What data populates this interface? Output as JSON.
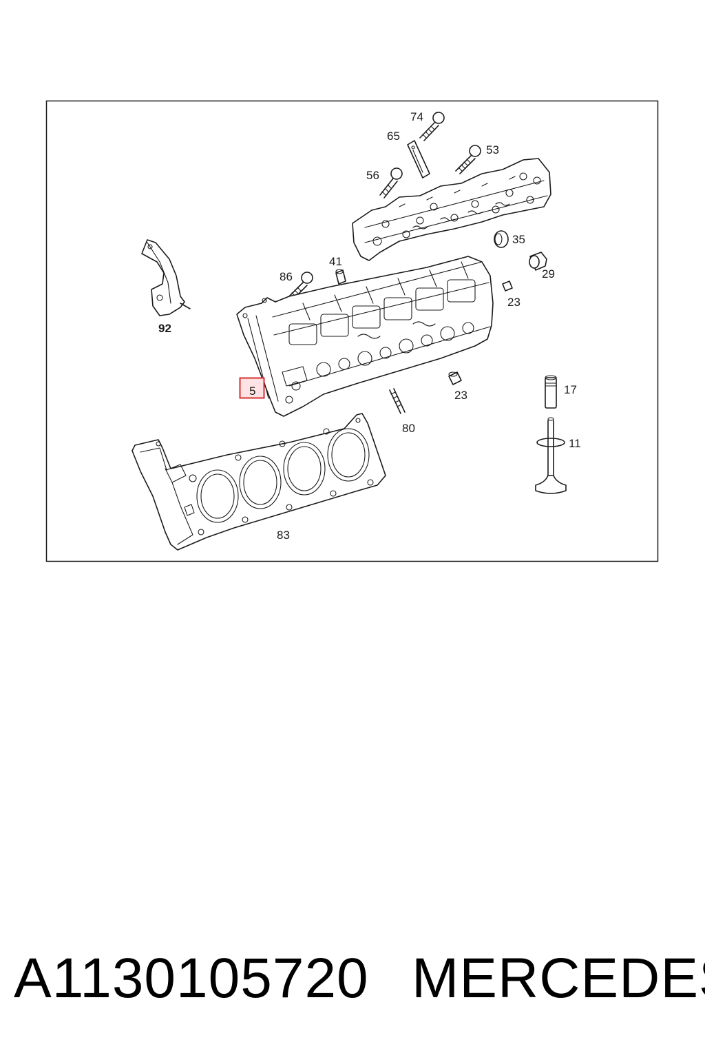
{
  "diagram": {
    "highlight_color": "#d92b2b",
    "highlight_fill": "#fde3e3",
    "callouts": {
      "c74": "74",
      "c65": "65",
      "c53": "53",
      "c56": "56",
      "c35": "35",
      "c29": "29",
      "c41": "41",
      "c86": "86",
      "c92": "92",
      "c23a": "23",
      "c23b": "23",
      "c17": "17",
      "c11": "11",
      "c5": "5",
      "c80": "80",
      "c83": "83"
    }
  },
  "caption": {
    "part_number": "A1130105720",
    "brand": "MERCEDES"
  }
}
